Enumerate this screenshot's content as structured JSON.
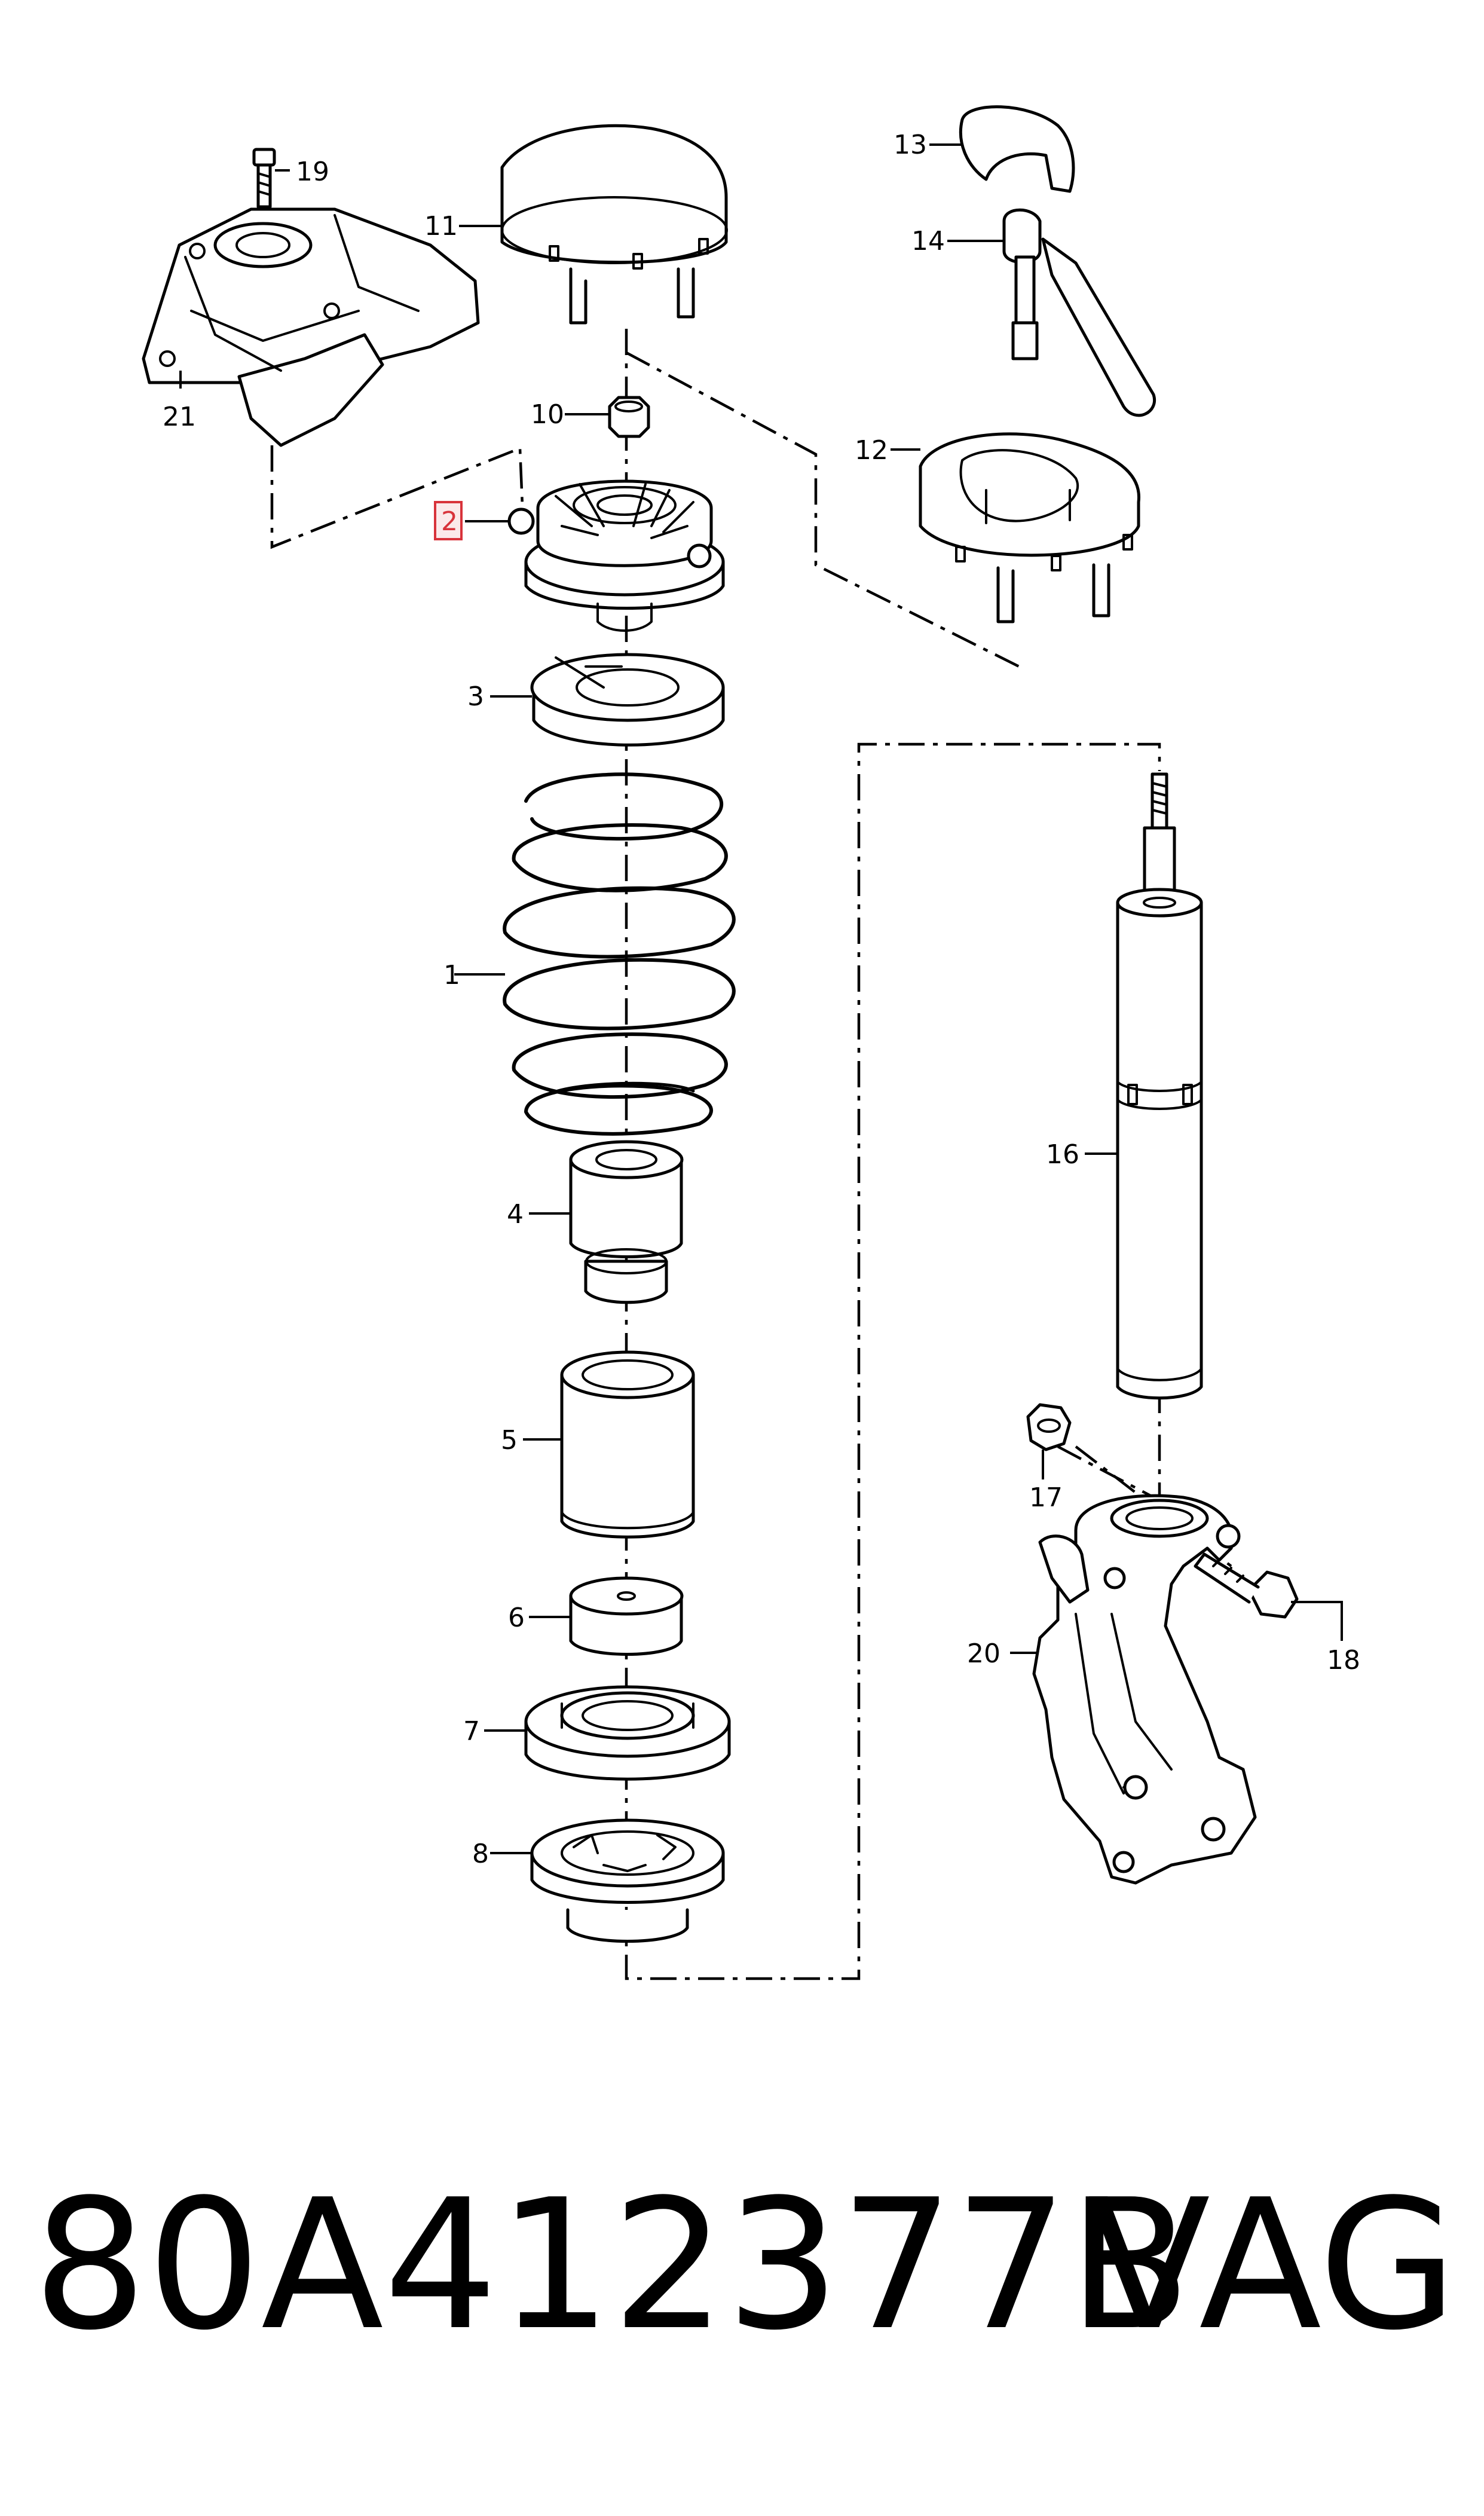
{
  "callouts": {
    "c1": "1",
    "c2": "2",
    "c3": "3",
    "c4": "4",
    "c5": "5",
    "c6": "6",
    "c7": "7",
    "c8": "8",
    "c10": "10",
    "c11": "11",
    "c12": "12",
    "c13": "13",
    "c14": "14",
    "c16": "16",
    "c17": "17",
    "c18": "18",
    "c19": "19",
    "c20": "20",
    "c21": "21"
  },
  "highlighted_callout": "2",
  "highlight_color": "#d8333b",
  "footer": {
    "part_number": "80A412377B",
    "brand": "VAG"
  }
}
